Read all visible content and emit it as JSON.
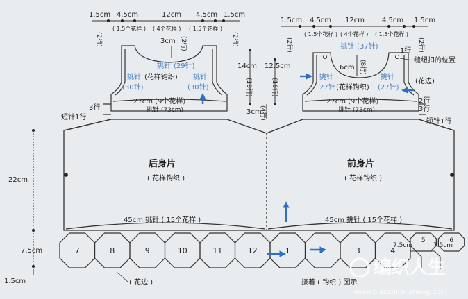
{
  "back_top": {
    "dims": [
      "1.5cm",
      "4.5cm",
      "12cm",
      "4.5cm",
      "1.5cm"
    ],
    "pattern_left": "( 1.5个花样 )",
    "pattern_mid": "( 4个花样 )",
    "pattern_right": "( 1.5个花样 )",
    "rows_left": "(2行)",
    "rows_right": "(2行)",
    "neck_depth": "3cm",
    "neck_rows": "(2行)",
    "inc_center": "挑针",
    "inc_center_sts": "(29针)",
    "inc_left": "挑针",
    "inc_left_sts": "(30针)",
    "pattern_body": "(花样钩织)",
    "inc_right": "挑针",
    "inc_right_sts": "(30针)",
    "bottom_width": "27cm (9个花样)",
    "bottom_sts": "挑针 (73cm)",
    "rows3": "3行",
    "rows1": "短针1行"
  },
  "front_top": {
    "dims": [
      "1.5cm",
      "4.5cm",
      "12cm",
      "4.5cm",
      "1.5cm"
    ],
    "pattern_left": "( 1.5个花样 )",
    "pattern_mid": "( 4个花样 )",
    "pattern_right": "( 1.5个花样 )",
    "rows_left": "(2行)",
    "rows_right": "(2行)",
    "inc_center": "挑针",
    "inc_center_sts": "(37针)",
    "neck_depth": "6cm",
    "neck_rows": "(8行)",
    "rows1_top": "1行",
    "button_note": "缝纽扣的位置",
    "inc_left": "挑针",
    "inc_left_sts": "27针",
    "pattern_body": "(花样钩织)",
    "inc_right": "挑针",
    "inc_right_sts": "(27针)",
    "edge_note": "(花边)",
    "bottom_width": "27cm (9个花样)",
    "bottom_sts": "挑针 (73cm)",
    "rows2": "2行",
    "rows3": "3行",
    "rows1": "短针1行"
  },
  "middle_dims": {
    "armhole": "14cm",
    "armhole_rows": "(18行)",
    "front_h": "12.5cm",
    "front_rows": "(16行)",
    "shoulder": "3cm",
    "shoulder_rows": "(4行)"
  },
  "body": {
    "height": "22cm",
    "back_title": "后身片",
    "back_sub": "( 花样钩织 )",
    "front_title": "前身片",
    "front_sub": "( 花样钩织 )",
    "back_pickup": "45cm 挑针 ( 15个花样 )",
    "front_pickup": "45cm 挑针 ( 15个花样 )"
  },
  "hem": {
    "height": "7.5cm",
    "gap": "1.5cm",
    "motifs": [
      "7",
      "8",
      "9",
      "10",
      "11",
      "12",
      "1",
      "2",
      "3",
      "4",
      "5",
      "6"
    ],
    "motif_w5": "7.5cm",
    "motif_w6": "7.5cm",
    "edge": "( 花边 )",
    "join_note": "接着 ( 钩织 ) 图示"
  },
  "watermark": {
    "logo": "编织人生",
    "url": "www.bianzhirensheng.com"
  },
  "colors": {
    "paper": "#e9ecef",
    "line": "#333333",
    "arrow": "#2f6fc4",
    "blue_text": "#4a7fc0"
  }
}
